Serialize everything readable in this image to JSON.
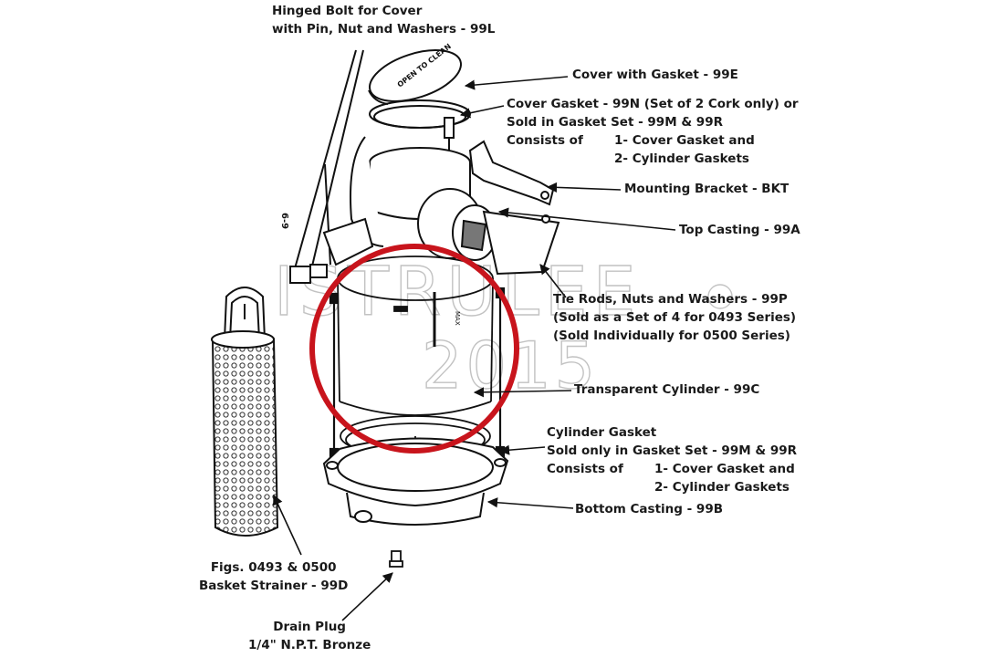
{
  "labels": {
    "hinged_bolt": [
      "Hinged Bolt for Cover",
      "with Pin, Nut and Washers - 99L"
    ],
    "cover": "Cover with Gasket - 99E",
    "cover_gasket": [
      "Cover Gasket - 99N (Set of 2 Cork only) or",
      "Sold in Gasket Set - 99M & 99R"
    ],
    "cover_gasket_consists_of": "Consists of",
    "cover_gasket_contents": [
      "1- Cover Gasket and",
      "2- Cylinder Gaskets"
    ],
    "mounting_bracket": "Mounting Bracket - BKT",
    "top_casting": "Top Casting - 99A",
    "tie_rods": [
      "Tie Rods, Nuts and Washers - 99P",
      "(Sold as a Set of 4 for 0493 Series)",
      "(Sold Individually for 0500 Series)"
    ],
    "transparent_cylinder": "Transparent Cylinder - 99C",
    "cylinder_gasket": [
      "Cylinder Gasket",
      "Sold only in Gasket Set - 99M & 99R"
    ],
    "cylinder_gasket_consists_of": "Consists of",
    "cylinder_gasket_contents": [
      "1- Cover Gasket and",
      "2- Cylinder Gaskets"
    ],
    "bottom_casting": "Bottom Casting - 99B",
    "basket_strainer": [
      "Figs. 0493 & 0500",
      "Basket Strainer - 99D"
    ],
    "drain_plug": [
      "Drain Plug",
      "1/4\" N.P.T. Bronze"
    ]
  },
  "watermark": {
    "line1": "ISTRULEE",
    "line2": "2015"
  },
  "cover_stamp": "OPEN TO CLEAN",
  "cylinder_stamp": "MAX",
  "side_marking": "6-9",
  "highlight_color": "#c8141c"
}
